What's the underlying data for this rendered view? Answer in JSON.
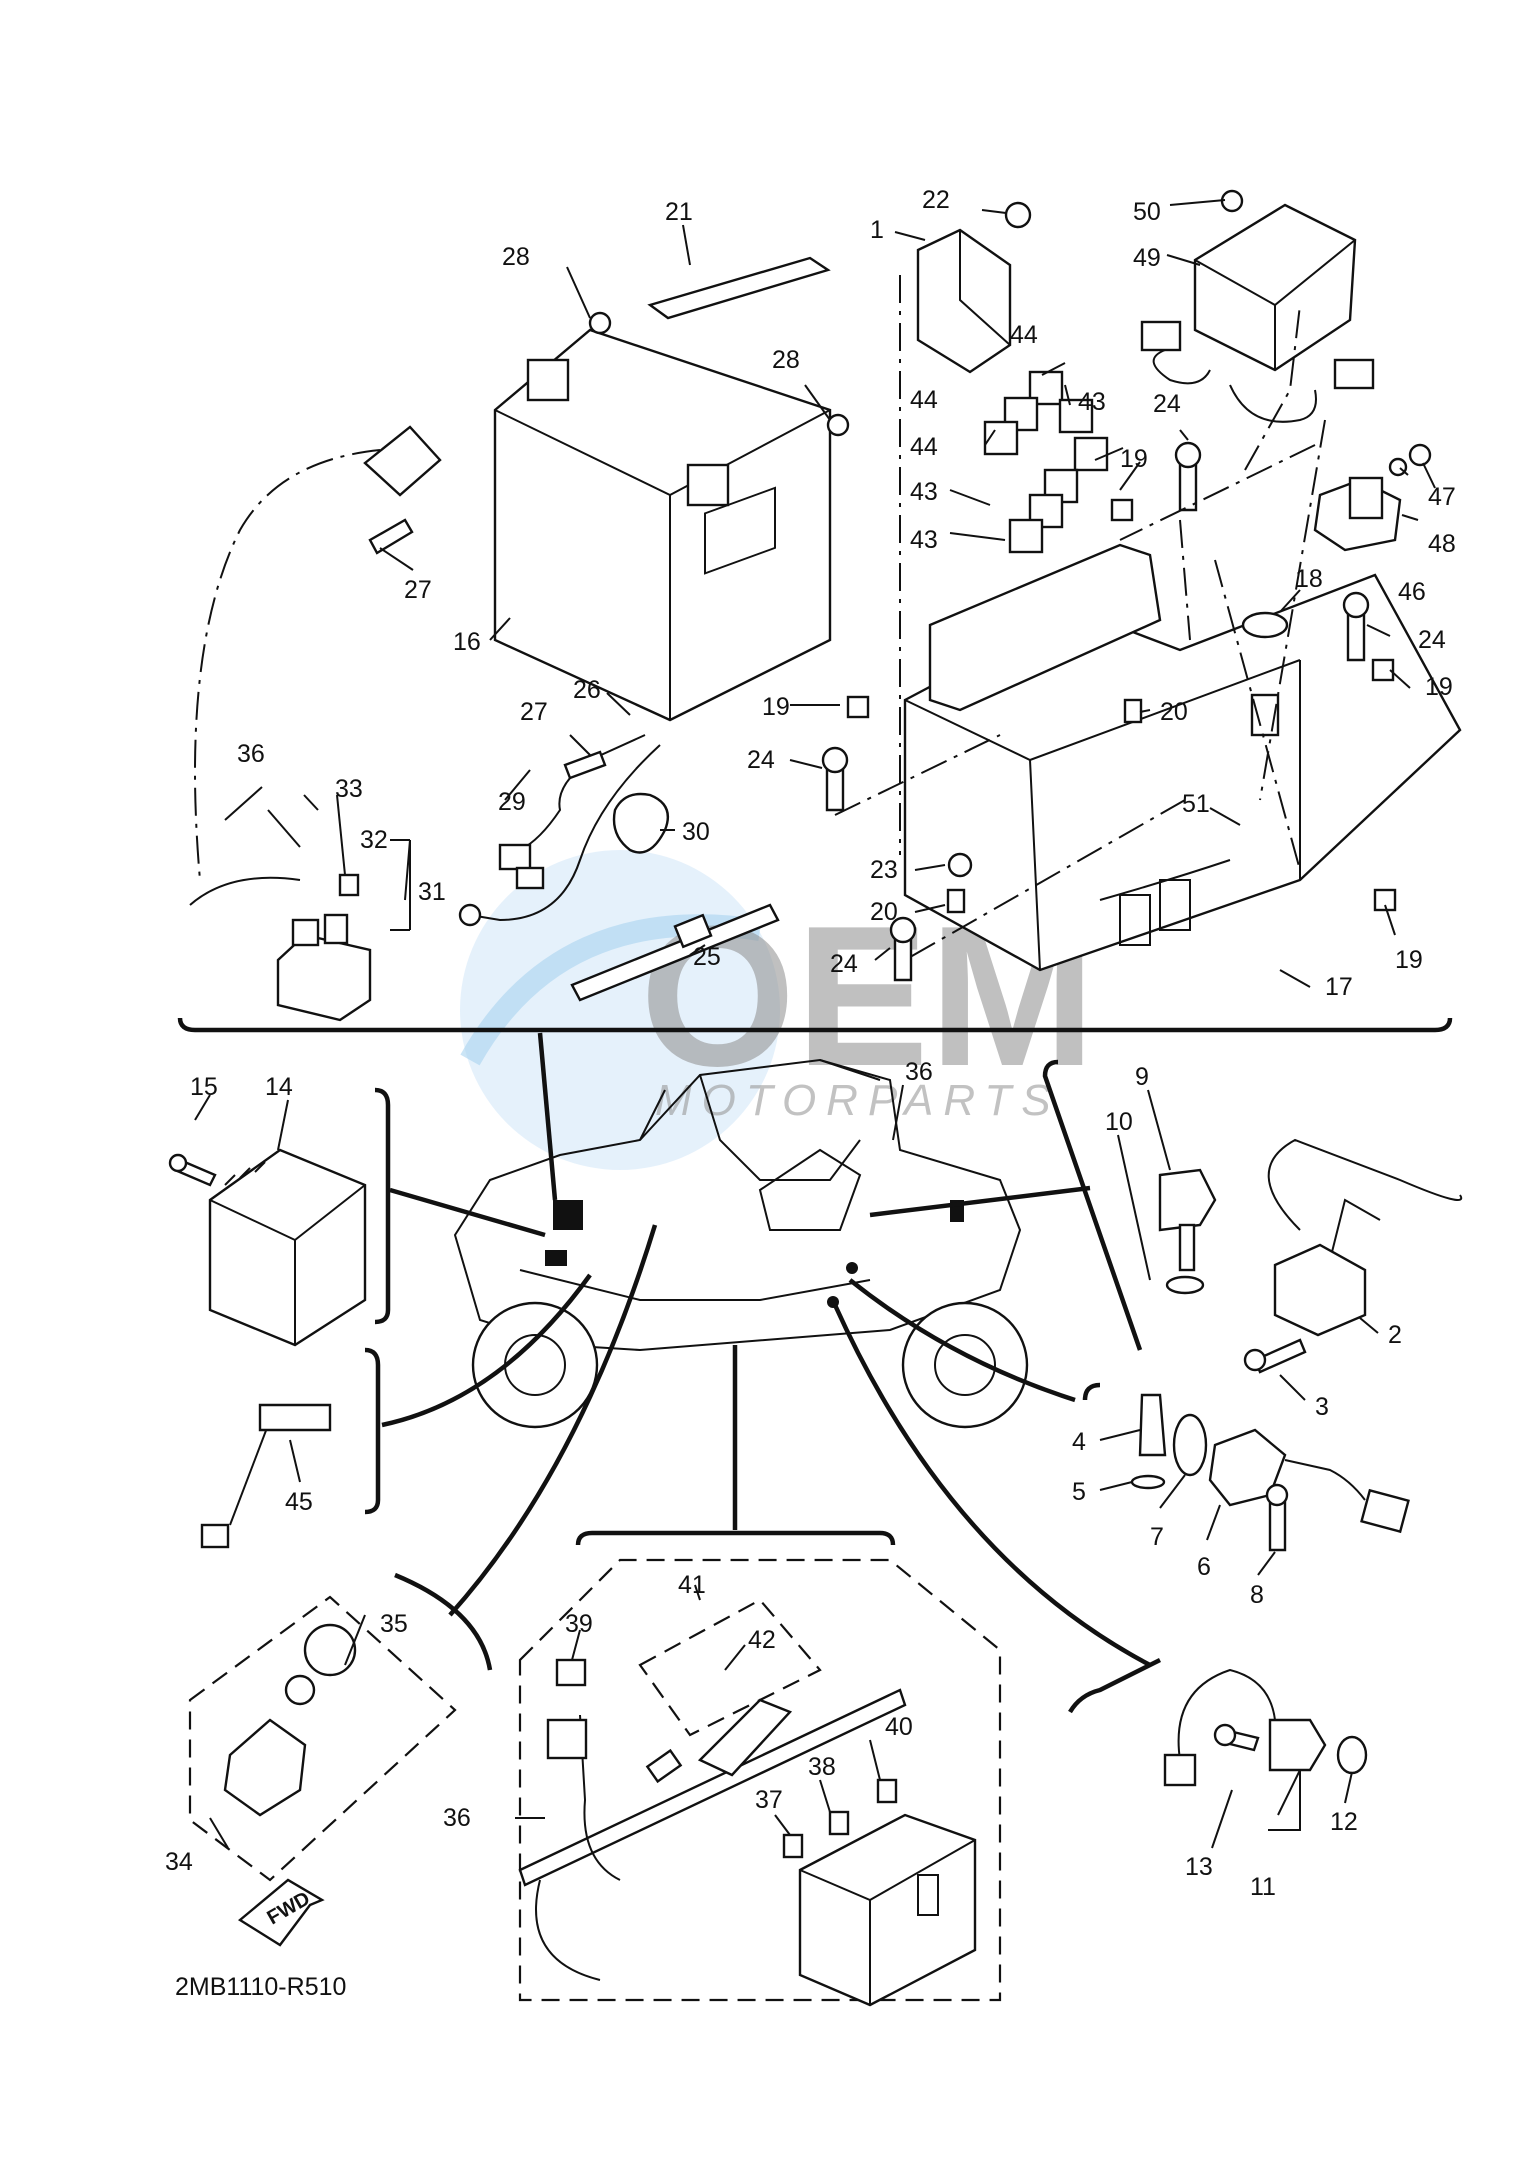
{
  "diagram_code": "2MB1110-R510",
  "fwd_label": "FWD",
  "watermark": {
    "brand": "OEM",
    "subtitle": "MOTORPARTS"
  },
  "callouts": {
    "c1": "1",
    "c2": "2",
    "c3": "3",
    "c4": "4",
    "c5": "5",
    "c6": "6",
    "c7": "7",
    "c8": "8",
    "c9": "9",
    "c10": "10",
    "c11": "11",
    "c12": "12",
    "c13": "13",
    "c14": "14",
    "c15": "15",
    "c16": "16",
    "c17": "17",
    "c18": "18",
    "c19": "19",
    "c20": "20",
    "c21": "21",
    "c22": "22",
    "c23": "23",
    "c24": "24",
    "c25": "25",
    "c26": "26",
    "c27": "27",
    "c28": "28",
    "c29": "29",
    "c30": "30",
    "c31": "31",
    "c32": "32",
    "c33": "33",
    "c34": "34",
    "c35": "35",
    "c36": "36",
    "c37": "37",
    "c38": "38",
    "c39": "39",
    "c40": "40",
    "c41": "41",
    "c42": "42",
    "c43": "43",
    "c44": "44",
    "c45": "45",
    "c46": "46",
    "c47": "47",
    "c48": "48",
    "c49": "49",
    "c50": "50",
    "c51": "51"
  }
}
